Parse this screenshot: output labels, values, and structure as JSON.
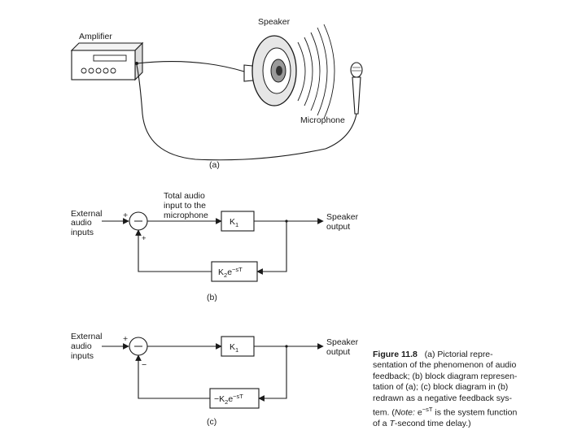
{
  "panel_a": {
    "amplifier_label": "Amplifier",
    "speaker_label": "Speaker",
    "microphone_label": "Microphone",
    "caption_label": "(a)"
  },
  "panel_b": {
    "input_label": [
      "External",
      "audio",
      "inputs"
    ],
    "plus_sign": "+",
    "feedback_sign": "+",
    "mic_input_label": [
      "Total audio",
      "input to the",
      "microphone"
    ],
    "forward_gain": "K",
    "forward_gain_sub": "1",
    "feedback_gain": "K",
    "feedback_gain_sub": "2",
    "feedback_exp": "e",
    "feedback_exp_sup": "−sT",
    "output_label": [
      "Speaker",
      "output"
    ],
    "caption_label": "(b)"
  },
  "panel_c": {
    "input_label": [
      "External",
      "audio",
      "inputs"
    ],
    "plus_sign": "+",
    "feedback_sign": "−",
    "forward_gain": "K",
    "forward_gain_sub": "1",
    "feedback_gain": "−K",
    "feedback_gain_sub": "2",
    "feedback_exp": "e",
    "feedback_exp_sup": "−sT",
    "output_label": [
      "Speaker",
      "output"
    ],
    "caption_label": "(c)"
  },
  "figure_caption": {
    "number": "Figure 11.8",
    "lines": [
      "(a) Pictorial repre-",
      "sentation of the phenomenon of audio",
      "feedback; (b) block diagram represen-",
      "tation of (a); (c) block diagram in (b)",
      "redrawn as a negative feedback sys-"
    ],
    "note_prefix": "tem. (",
    "note_word": "Note:",
    "note_exp": " e",
    "note_exp_sup": "−sT",
    "note_rest": " is the system function",
    "last_prefix": "of a ",
    "last_italic": "T",
    "last_rest": "-second time delay.)"
  }
}
